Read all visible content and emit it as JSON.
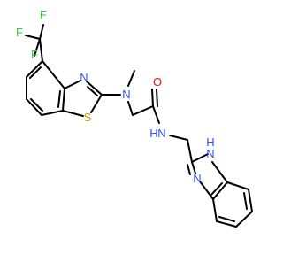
{
  "molecule": {
    "atom_labels": {
      "f1": "F",
      "f2": "F",
      "f3": "F",
      "n_thiazole": "N",
      "s_thiazole": "S",
      "n_amine": "N",
      "o_carbonyl": "O",
      "n_amide": "N",
      "h_amide": "H",
      "n_imidazole_h": "N",
      "h_imidazole": "H",
      "n_imidazole": "N"
    },
    "colors": {
      "bond": "#000000",
      "fluorine": "#33cc33",
      "nitrogen": "#3050f8",
      "sulfur": "#b8a000",
      "oxygen": "#ff0d0d"
    }
  }
}
